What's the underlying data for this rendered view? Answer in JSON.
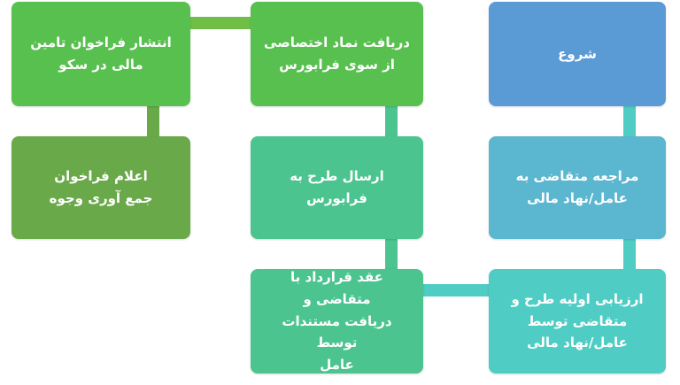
{
  "colors": {
    "blue": "#5b9bd5",
    "teal_blue": "#5bb6cf",
    "teal": "#4fcdc4",
    "mint_green": "#4bc48f",
    "green": "#58c04f",
    "olive_green": "#6aa94a",
    "connector_teal": "#4fcdc4",
    "connector_mint": "#4bc48f",
    "connector_green": "#6fbf47",
    "connector_olive": "#6aa94a",
    "text": "#ffffff"
  },
  "nodes": {
    "start": "شروع",
    "refer_applicant": "مراجعه متقاضی به\nعامل/نهاد مالی",
    "initial_assessment": "ارزیابی اولیه طرح و\nمتقاضی توسط\nعامل/نهاد مالی",
    "contract": "عقد قرارداد با متقاضی و\nدریافت مستندات توسط\nعامل",
    "send_plan": "ارسال طرح به فرابورس",
    "get_symbol": "دریافت نماد اختصاصی\nاز سوی فرابورس",
    "publish_call": "انتشار فراخوان تامین\nمالی در سکو",
    "announce_call": "اعلام فراخوان\nجمع آوری وجوه"
  }
}
